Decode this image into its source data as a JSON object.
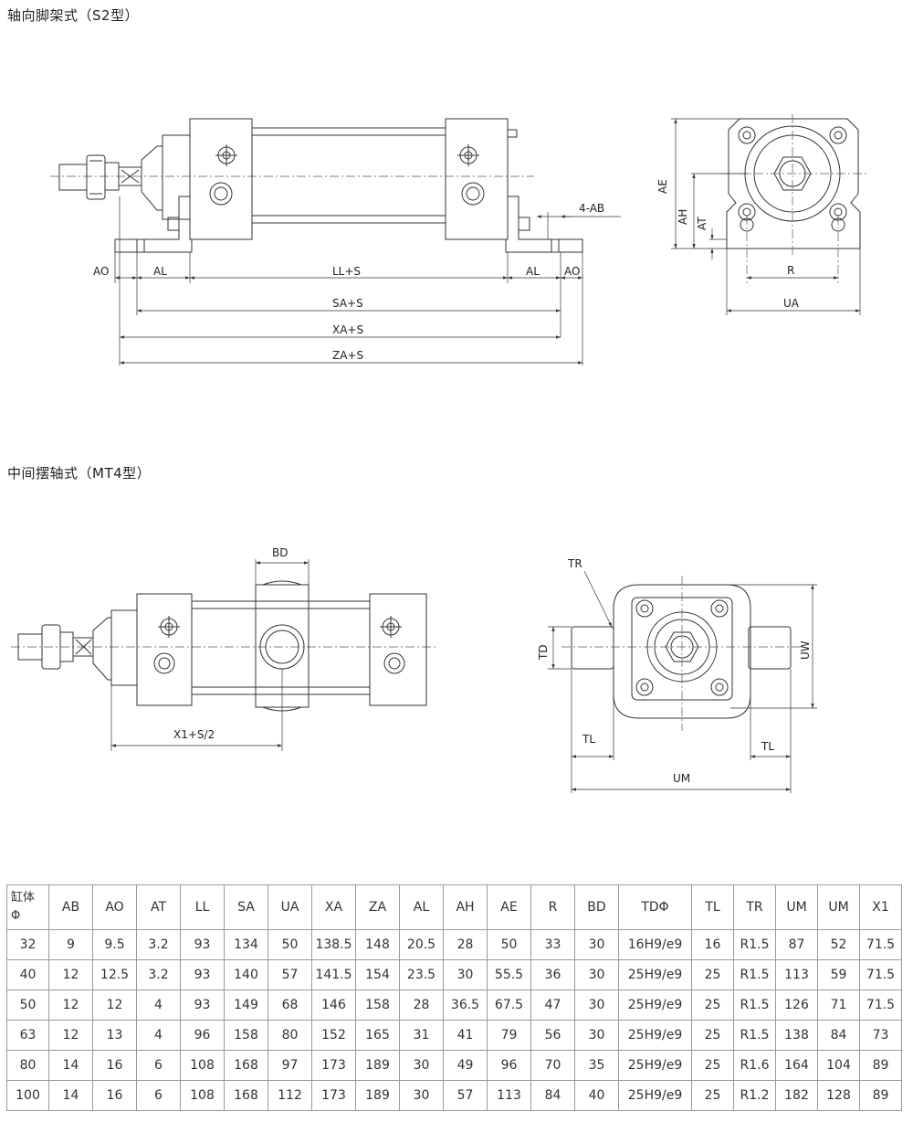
{
  "sections": [
    {
      "title": "轴向脚架式（S2型）",
      "labels": {
        "ao_left": "AO",
        "al_left": "AL",
        "ll_s": "LL+S",
        "al_right": "AL",
        "ao_right": "AO",
        "sa_s": "SA+S",
        "xa_s": "XA+S",
        "za_s": "ZA+S",
        "ab4": "4-AB",
        "ae": "AE",
        "ah": "AH",
        "at": "AT",
        "r": "R",
        "ua": "UA"
      }
    },
    {
      "title": "中间摆轴式（MT4型）",
      "labels": {
        "bd": "BD",
        "x1_s2": "X1+S/2",
        "tr": "TR",
        "td": "TD",
        "uw": "UW",
        "tl_left": "TL",
        "tl_right": "TL",
        "um": "UM"
      }
    }
  ],
  "table": {
    "first_header_line1": "缸体",
    "first_header_line2": "Φ",
    "headers": [
      "AB",
      "AO",
      "AT",
      "LL",
      "SA",
      "UA",
      "XA",
      "ZA",
      "AL",
      "AH",
      "AE",
      "R",
      "BD",
      "TDΦ",
      "TL",
      "TR",
      "UM",
      "UM",
      "X1"
    ],
    "rows": [
      [
        "32",
        "9",
        "9.5",
        "3.2",
        "93",
        "134",
        "50",
        "138.5",
        "148",
        "20.5",
        "28",
        "50",
        "33",
        "30",
        "16H9/e9",
        "16",
        "R1.5",
        "87",
        "52",
        "71.5"
      ],
      [
        "40",
        "12",
        "12.5",
        "3.2",
        "93",
        "140",
        "57",
        "141.5",
        "154",
        "23.5",
        "30",
        "55.5",
        "36",
        "30",
        "25H9/e9",
        "25",
        "R1.5",
        "113",
        "59",
        "71.5"
      ],
      [
        "50",
        "12",
        "12",
        "4",
        "93",
        "149",
        "68",
        "146",
        "158",
        "28",
        "36.5",
        "67.5",
        "47",
        "30",
        "25H9/e9",
        "25",
        "R1.5",
        "126",
        "71",
        "71.5"
      ],
      [
        "63",
        "12",
        "13",
        "4",
        "96",
        "158",
        "80",
        "152",
        "165",
        "31",
        "41",
        "79",
        "56",
        "30",
        "25H9/e9",
        "25",
        "R1.5",
        "138",
        "84",
        "73"
      ],
      [
        "80",
        "14",
        "16",
        "6",
        "108",
        "168",
        "97",
        "173",
        "189",
        "30",
        "49",
        "96",
        "70",
        "35",
        "25H9/e9",
        "25",
        "R1.6",
        "164",
        "104",
        "89"
      ],
      [
        "100",
        "14",
        "16",
        "6",
        "108",
        "168",
        "112",
        "173",
        "189",
        "30",
        "57",
        "113",
        "84",
        "40",
        "25H9/e9",
        "25",
        "R1.2",
        "182",
        "128",
        "89"
      ]
    ]
  }
}
